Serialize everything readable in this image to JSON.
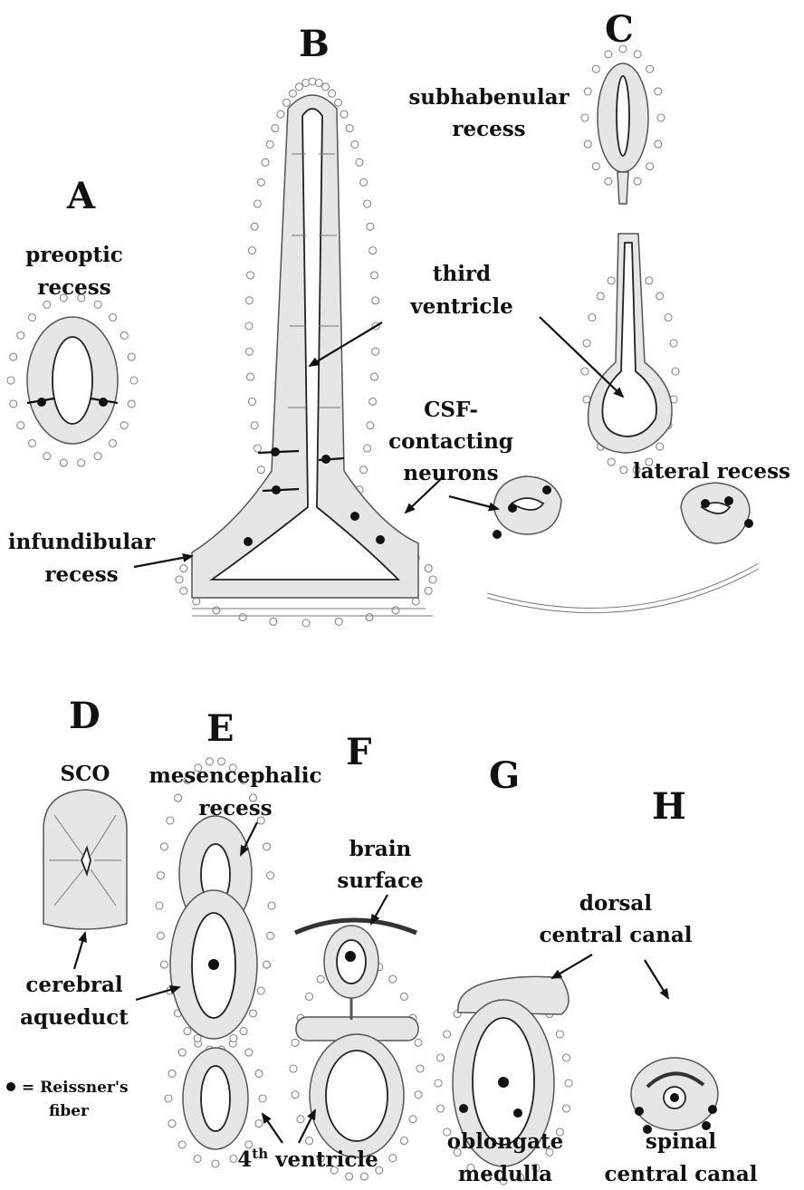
{
  "panels": [
    "A",
    "B",
    "C",
    "D",
    "E",
    "F",
    "G",
    "H"
  ],
  "labels": {
    "preoptic": [
      "preoptic",
      "recess"
    ],
    "third_ventricle": [
      "third",
      "ventricle"
    ],
    "subhabenular": [
      "subhabenular",
      "recess"
    ],
    "csf": [
      "CSF-",
      "contacting",
      "neurons"
    ],
    "lateral": "lateral recess",
    "infundibular": [
      "infundibular",
      "recess"
    ],
    "sco": "SCO",
    "mesencephalic": [
      "mesencephalic",
      "recess"
    ],
    "brain_surface": [
      "brain",
      "surface"
    ],
    "dorsal_cc": [
      "dorsal",
      "central canal"
    ],
    "cerebral_aq": [
      "cerebral",
      "aqueduct"
    ],
    "reissner": [
      "= Reissner's",
      "fiber"
    ],
    "fourth_ventricle": "4th ventricle",
    "oblongate": [
      "oblongate",
      "medulla"
    ],
    "spinal_cc": [
      "spinal",
      "central canal"
    ]
  },
  "colors": {
    "ink": "#111111",
    "cell_fill": "#e6e6e6"
  }
}
